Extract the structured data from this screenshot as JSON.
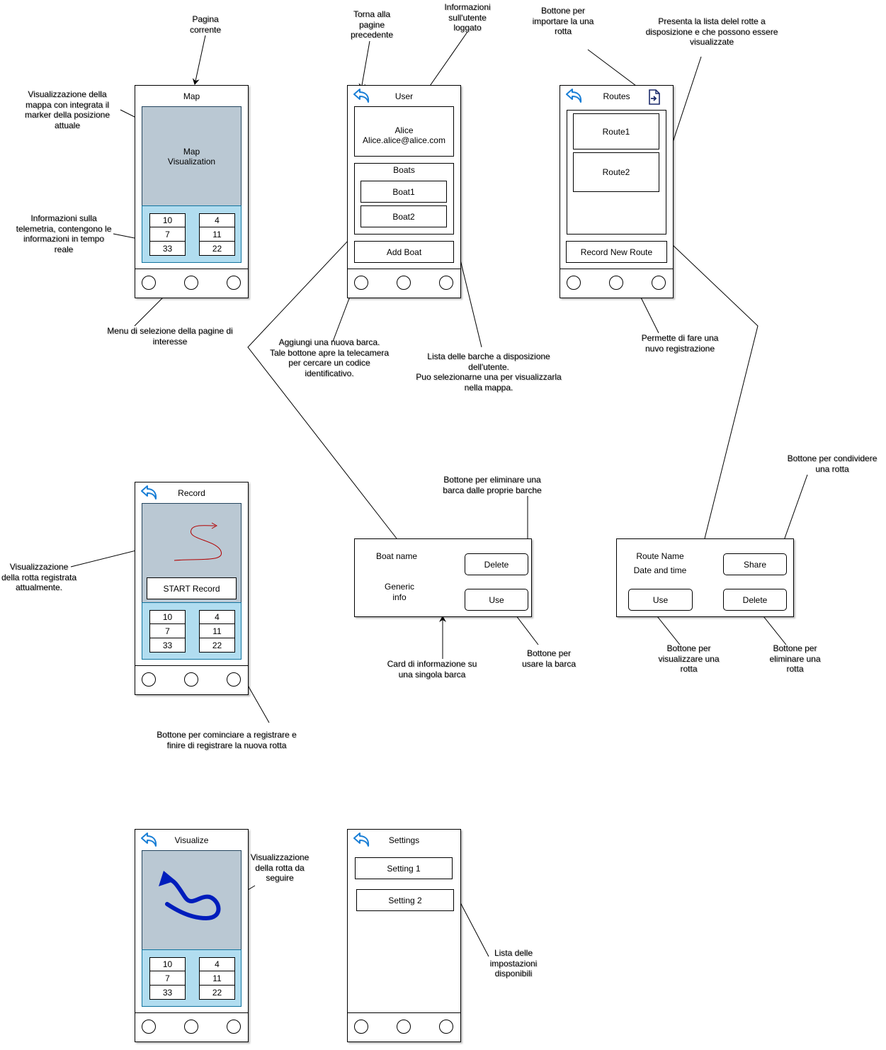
{
  "screens": {
    "map": {
      "title": "Map",
      "map_label": "Map\nVisualization",
      "telemetry": {
        "left": [
          "10",
          "7",
          "33"
        ],
        "right": [
          "4",
          "11",
          "22"
        ]
      }
    },
    "user": {
      "title": "User",
      "user_name": "Alice",
      "user_email": "Alice.alice@alice.com",
      "boats_title": "Boats",
      "boats": [
        "Boat1",
        "Boat2"
      ],
      "add_boat": "Add Boat"
    },
    "routes": {
      "title": "Routes",
      "routes": [
        "Route1",
        "Route2"
      ],
      "record_new_route": "Record New Route"
    },
    "record": {
      "title": "Record",
      "start_record": "START Record",
      "telemetry": {
        "left": [
          "10",
          "7",
          "33"
        ],
        "right": [
          "4",
          "11",
          "22"
        ]
      }
    },
    "visualize": {
      "title": "Visualize",
      "telemetry": {
        "left": [
          "10",
          "7",
          "33"
        ],
        "right": [
          "4",
          "11",
          "22"
        ]
      }
    },
    "settings": {
      "title": "Settings",
      "items": [
        "Setting 1",
        "Setting 2"
      ]
    }
  },
  "boat_card": {
    "boat_name": "Boat name",
    "generic_info": "Generic\ninfo",
    "delete": "Delete",
    "use": "Use"
  },
  "route_card": {
    "route_name": "Route Name",
    "date_time": "Date and time",
    "share": "Share",
    "use": "Use",
    "delete": "Delete"
  },
  "annotations": {
    "current_page": "Pagina\ncorrente",
    "map_visualization": "Visualizzazione della\nmappa con integrata il\nmarker della posizione\nattuale",
    "telemetry_info": "Informazioni sulla\ntelemetria, contengono le\ninformazioni in tempo\nreale",
    "menu_selection": "Menu di selezione della pagine di\ninteresse",
    "go_back": "Torna alla\npagine\nprecedente",
    "user_info": "Informazioni\nsull'utente\nloggato",
    "import_route": "Bottone per\nimportare la una\nrotta",
    "routes_list": "Presenta la lista delel rotte a\ndisposizione e che possono essere\nvisualizzate",
    "add_boat": "Aggiungi una nuova barca.\nTale bottone apre la telecamera\nper cercare un codice\nidentificativo.",
    "boats_list": "Lista delle barche a disposizione\ndell'utente.\nPuo selezionarne una per visualizzarla\nnella mappa.",
    "new_recording": "Permette di fare una\nnuvo registrazione",
    "delete_boat": "Bottone per eliminare una\nbarca dalle proprie barche",
    "share_route": "Bottone per condividere\nuna rotta",
    "recorded_route": "Visualizzazione\ndella rotta registrata\nattualmente.",
    "boat_card": "Card di informazione su\nuna singola barca",
    "use_boat": "Bottone per\nusare la barca",
    "view_route": "Bottone per\nvisualizzare una\nrotta",
    "delete_route": "Bottone per\neliminare una\nrotta",
    "start_stop_record": "Bottone per cominciare a registrare e\nfinire di registrare la nuova rotta",
    "route_to_follow": "Visualizzazione\ndella rotta da\nseguire",
    "settings_list": "Lista delle\nimpostazioni\ndisponibili"
  },
  "colors": {
    "map_fill": "#bac8d3",
    "telemetry_fill": "#b1ddf0",
    "back_icon": "#1a7fd6",
    "recorded_route": "#b20000",
    "visualized_route": "#001dbc"
  },
  "icons": [
    "back-arrow-icon",
    "import-file-icon",
    "nav-circle-icon"
  ]
}
